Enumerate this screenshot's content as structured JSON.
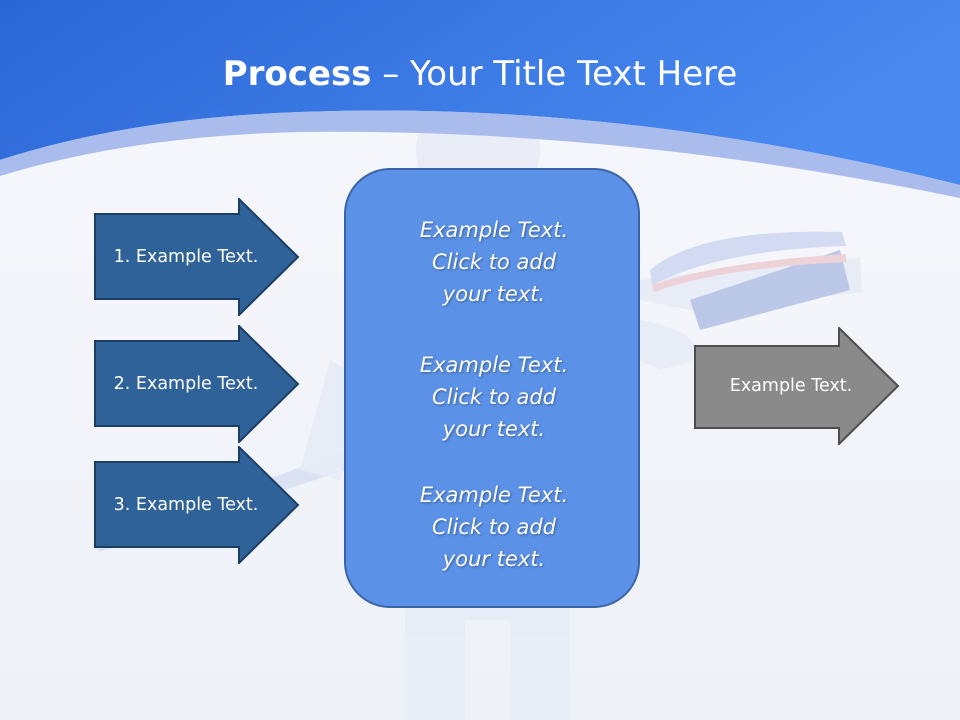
{
  "title": {
    "bold": "Process",
    "rest": " – Your Title Text Here"
  },
  "steps": [
    {
      "label": "1. Example Text."
    },
    {
      "label": "2. Example Text."
    },
    {
      "label": "3. Example Text."
    }
  ],
  "center": {
    "blocks": [
      {
        "line1": "Example Text.",
        "line2": "Click  to add",
        "line3": "your text."
      },
      {
        "line1": "Example Text.",
        "line2": "Click  to add",
        "line3": "your text."
      },
      {
        "line1": "Example Text.",
        "line2": "Click  to add",
        "line3": "your text."
      }
    ]
  },
  "output": {
    "label": "Example Text."
  },
  "colors": {
    "header_blue": "#3f7be0",
    "arrow_fill": "#2f6298",
    "arrow_stroke": "#1d3e63",
    "center_fill": "#5b91e6",
    "output_fill": "#8a8a8a"
  }
}
